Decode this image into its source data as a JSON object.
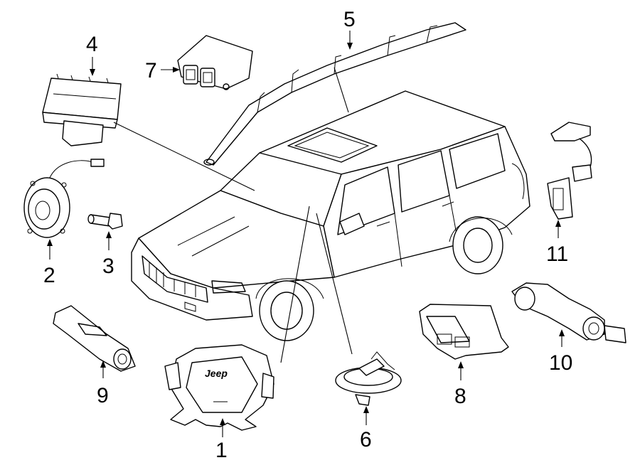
{
  "diagram": {
    "callouts": [
      {
        "id": "1",
        "label": "1",
        "part": "driver-airbag"
      },
      {
        "id": "2",
        "label": "2",
        "part": "clockspring-horn"
      },
      {
        "id": "3",
        "label": "3",
        "part": "bolt"
      },
      {
        "id": "4",
        "label": "4",
        "part": "passenger-airbag"
      },
      {
        "id": "5",
        "label": "5",
        "part": "curtain-airbag"
      },
      {
        "id": "6",
        "label": "6",
        "part": "clockspring"
      },
      {
        "id": "7",
        "label": "7",
        "part": "control-module"
      },
      {
        "id": "8",
        "label": "8",
        "part": "occupant-module"
      },
      {
        "id": "9",
        "label": "9",
        "part": "impact-sensor-front"
      },
      {
        "id": "10",
        "label": "10",
        "part": "impact-sensor-side"
      },
      {
        "id": "11",
        "label": "11",
        "part": "seat-belt-sensor"
      }
    ],
    "emblem_text": "Jeep"
  }
}
